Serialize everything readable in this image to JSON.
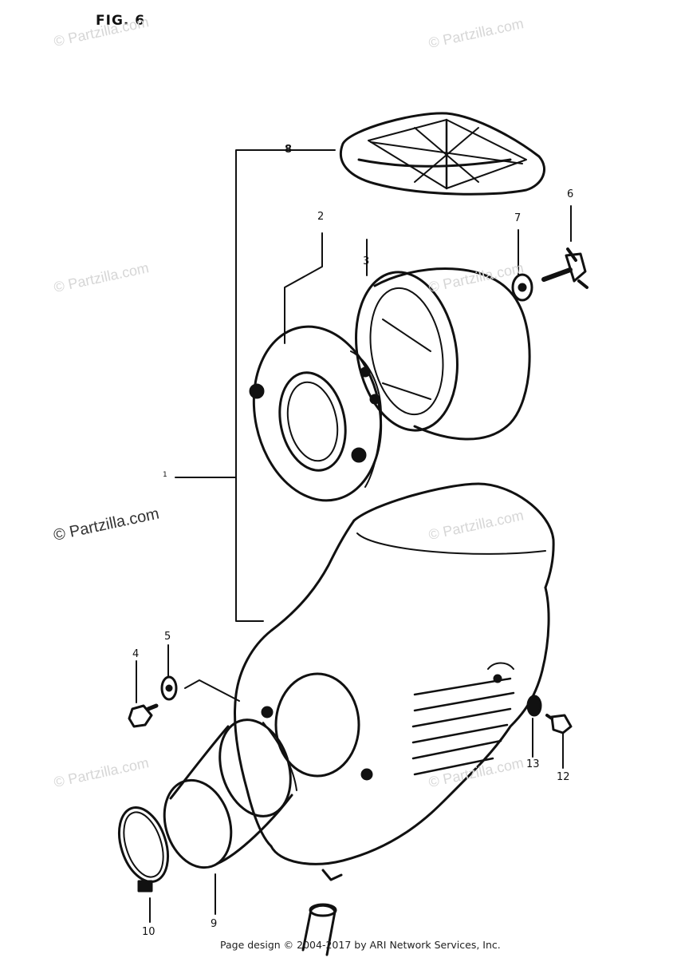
{
  "figure": {
    "label": "FIG. 6"
  },
  "watermark": {
    "text": "© Partzilla.com"
  },
  "callouts": {
    "c1": "1",
    "c2": "2",
    "c3": "3",
    "c4": "4",
    "c5": "5",
    "c6": "6",
    "c7": "7",
    "c8": "8",
    "c9": "9",
    "c10": "10",
    "c12": "12",
    "c13": "13"
  },
  "footer": {
    "text": "Page design © 2004-2017 by ARI Network Services, Inc."
  }
}
